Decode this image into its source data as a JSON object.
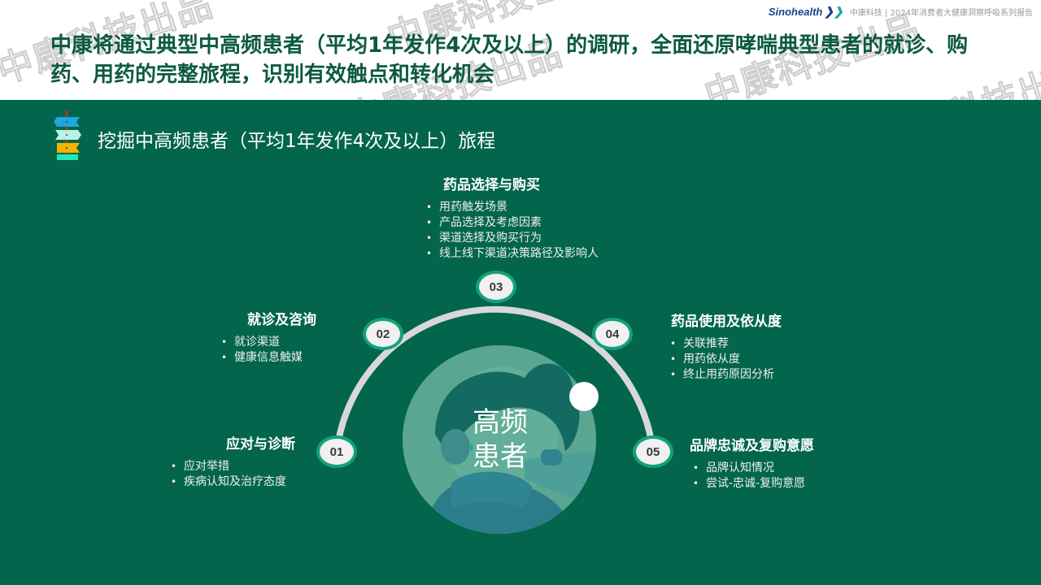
{
  "header": {
    "brand_logo": "Sinohealth",
    "report_subtitle": "中康科技 | 2024年消费者大健康洞察呼吸系列报告",
    "headline": "中康将通过典型中高频患者（平均1年发作4次及以上）的调研，全面还原哮喘典型患者的就诊、购药、用药的完整旅程，识别有效触点和转化机会",
    "watermark_text": "中康科技出品"
  },
  "section": {
    "icon": "signpost-icon",
    "title": "挖掘中高频患者（平均1年发作4次及以上）旅程"
  },
  "center": {
    "line1": "高频",
    "line2": "患者"
  },
  "stages": [
    {
      "number": "01",
      "title": "应对与诊断",
      "items": [
        "应对举措",
        "疾病认知及治疗态度"
      ]
    },
    {
      "number": "02",
      "title": "就诊及咨询",
      "items": [
        "就诊渠道",
        "健康信息触媒"
      ]
    },
    {
      "number": "03",
      "title": "药品选择与购买",
      "items": [
        "用药触发场景",
        "产品选择及考虑因素",
        "渠道选择及购买行为",
        "线上线下渠道决策路径及影响人"
      ]
    },
    {
      "number": "04",
      "title": "药品使用及依从度",
      "items": [
        "关联推荐",
        "用药依从度",
        "终止用药原因分析"
      ]
    },
    {
      "number": "05",
      "title": "品牌忠诚及复购意愿",
      "items": [
        "品牌认知情况",
        "尝试-忠诚-复购意愿"
      ]
    }
  ],
  "colors": {
    "background_main": "#02654c",
    "headline": "#0d5a43",
    "node_border": "#12a27a",
    "node_fill": "#f1f1f1",
    "arc": "#d8d8d8",
    "center_circle": "#5aa690"
  }
}
